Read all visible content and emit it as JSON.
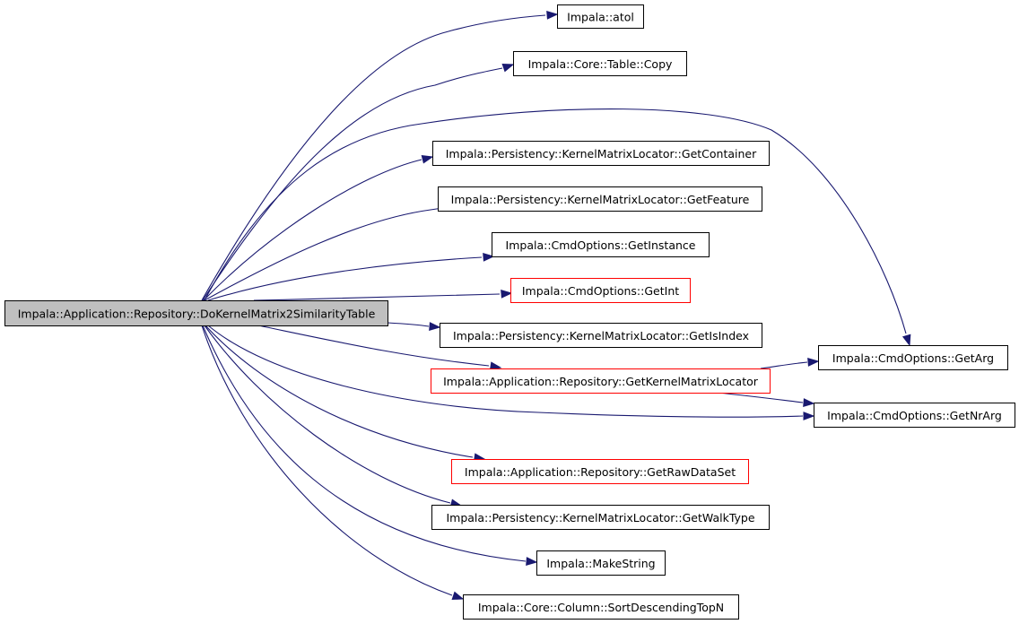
{
  "graph": {
    "edge_color": "#191970",
    "colors": {
      "border_default": "#000000",
      "border_highlight": "#ff0000",
      "fill_root": "#bfbfbf",
      "fill_default": "#ffffff"
    },
    "nodes": [
      {
        "id": "root",
        "label": "Impala::Application::Repository::DoKernelMatrix2SimilarityTable",
        "style": "root"
      },
      {
        "id": "atol",
        "label": "Impala::atol",
        "style": "default"
      },
      {
        "id": "copy",
        "label": "Impala::Core::Table::Copy",
        "style": "default"
      },
      {
        "id": "getcontainer",
        "label": "Impala::Persistency::KernelMatrixLocator::GetContainer",
        "style": "default"
      },
      {
        "id": "getfeature",
        "label": "Impala::Persistency::KernelMatrixLocator::GetFeature",
        "style": "default"
      },
      {
        "id": "getinstance",
        "label": "Impala::CmdOptions::GetInstance",
        "style": "default"
      },
      {
        "id": "getint",
        "label": "Impala::CmdOptions::GetInt",
        "style": "highlight"
      },
      {
        "id": "getisindex",
        "label": "Impala::Persistency::KernelMatrixLocator::GetIsIndex",
        "style": "default"
      },
      {
        "id": "getkml",
        "label": "Impala::Application::Repository::GetKernelMatrixLocator",
        "style": "highlight"
      },
      {
        "id": "getarg",
        "label": "Impala::CmdOptions::GetArg",
        "style": "default"
      },
      {
        "id": "getnrarg",
        "label": "Impala::CmdOptions::GetNrArg",
        "style": "default"
      },
      {
        "id": "getrawdataset",
        "label": "Impala::Application::Repository::GetRawDataSet",
        "style": "highlight"
      },
      {
        "id": "getwalktype",
        "label": "Impala::Persistency::KernelMatrixLocator::GetWalkType",
        "style": "default"
      },
      {
        "id": "makestring",
        "label": "Impala::MakeString",
        "style": "default"
      },
      {
        "id": "sortdesc",
        "label": "Impala::Core::Column::SortDescendingTopN",
        "style": "default"
      }
    ],
    "edges": [
      {
        "from": "root",
        "to": "atol"
      },
      {
        "from": "root",
        "to": "copy"
      },
      {
        "from": "root",
        "to": "getarg"
      },
      {
        "from": "root",
        "to": "getcontainer"
      },
      {
        "from": "root",
        "to": "getfeature"
      },
      {
        "from": "root",
        "to": "getinstance"
      },
      {
        "from": "root",
        "to": "getint"
      },
      {
        "from": "root",
        "to": "getisindex"
      },
      {
        "from": "root",
        "to": "getkml"
      },
      {
        "from": "root",
        "to": "getnrarg"
      },
      {
        "from": "root",
        "to": "getrawdataset"
      },
      {
        "from": "root",
        "to": "getwalktype"
      },
      {
        "from": "root",
        "to": "makestring"
      },
      {
        "from": "root",
        "to": "sortdesc"
      },
      {
        "from": "getkml",
        "to": "getarg"
      },
      {
        "from": "getkml",
        "to": "getnrarg"
      }
    ]
  }
}
